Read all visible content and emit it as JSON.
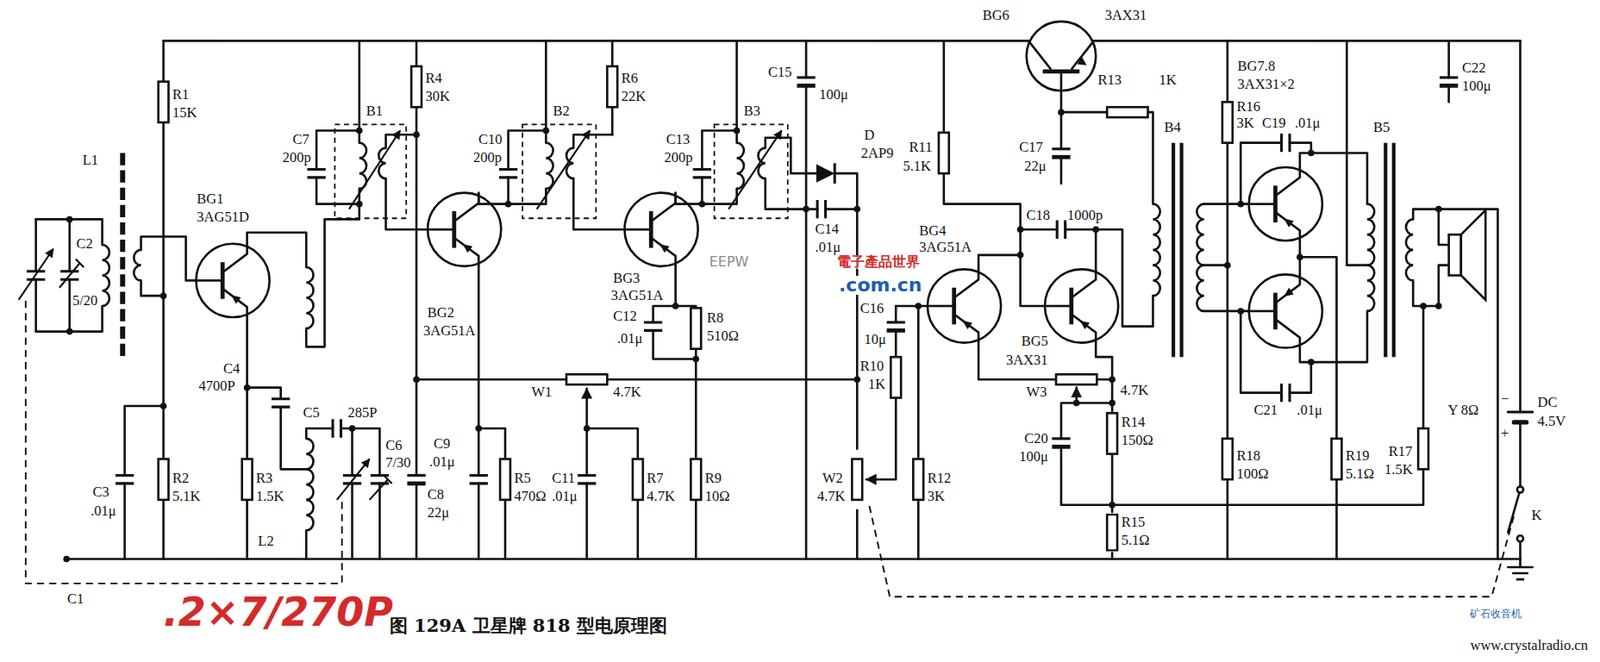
{
  "diagram": {
    "caption": "图 129A 卫星牌 818 型电原理图",
    "labels": [
      "BG6",
      "3AX31",
      "R1",
      "15K",
      "L1",
      "C2",
      "5/20",
      "BG1",
      "3AG51D",
      "C7",
      "200p",
      "B1",
      "R4",
      "30K",
      "C10",
      "200p",
      "B2",
      "R6",
      "22K",
      "C13",
      "200p",
      "B3",
      "C15",
      "100μ",
      "D",
      "2AP9",
      "R11",
      "5.1K",
      "R13",
      "1K",
      "C17",
      "22μ",
      "BG7.8",
      "3AX31×2",
      "R16",
      "3K",
      "C19",
      ".01μ",
      "C22",
      "100μ",
      "B4",
      "B5",
      "BG2",
      "3AG51A",
      "BG3",
      "3AG51A",
      "C14",
      ".01μ",
      "C16",
      "10μ",
      "BG4",
      "3AG51A",
      "C18",
      "1000p",
      "BG5",
      "3AX31",
      "C12",
      ".01μ",
      "R8",
      "510Ω",
      "C4",
      "4700P",
      "C5",
      "285P",
      "C6",
      "7/30",
      "W1",
      "4.7K",
      "R10",
      "1K",
      "W3",
      "4.7K",
      "Y 8Ω",
      "−",
      "DC",
      "4.5V",
      "+",
      "L2",
      "C3",
      ".01μ",
      "R2",
      "5.1K",
      "R3",
      "1.5K",
      "C8",
      "22μ",
      "C9",
      ".01μ",
      "R5",
      "470Ω",
      "C11",
      ".01μ",
      "R7",
      "4.7K",
      "R9",
      "10Ω",
      "W2",
      "4.7K",
      "R12",
      "3K",
      "C20",
      "100μ",
      "R14",
      "150Ω",
      "R18",
      "100Ω",
      "R19",
      "5.1Ω",
      "R17",
      "1.5K",
      "C21",
      ".01μ",
      "R15",
      "5.1Ω",
      "K",
      "C1",
      ".2×7/270P",
      "EEPW",
      "電子產品世界",
      ".com.cn",
      "矿石收音机",
      "www.crystalradio.cn"
    ]
  }
}
